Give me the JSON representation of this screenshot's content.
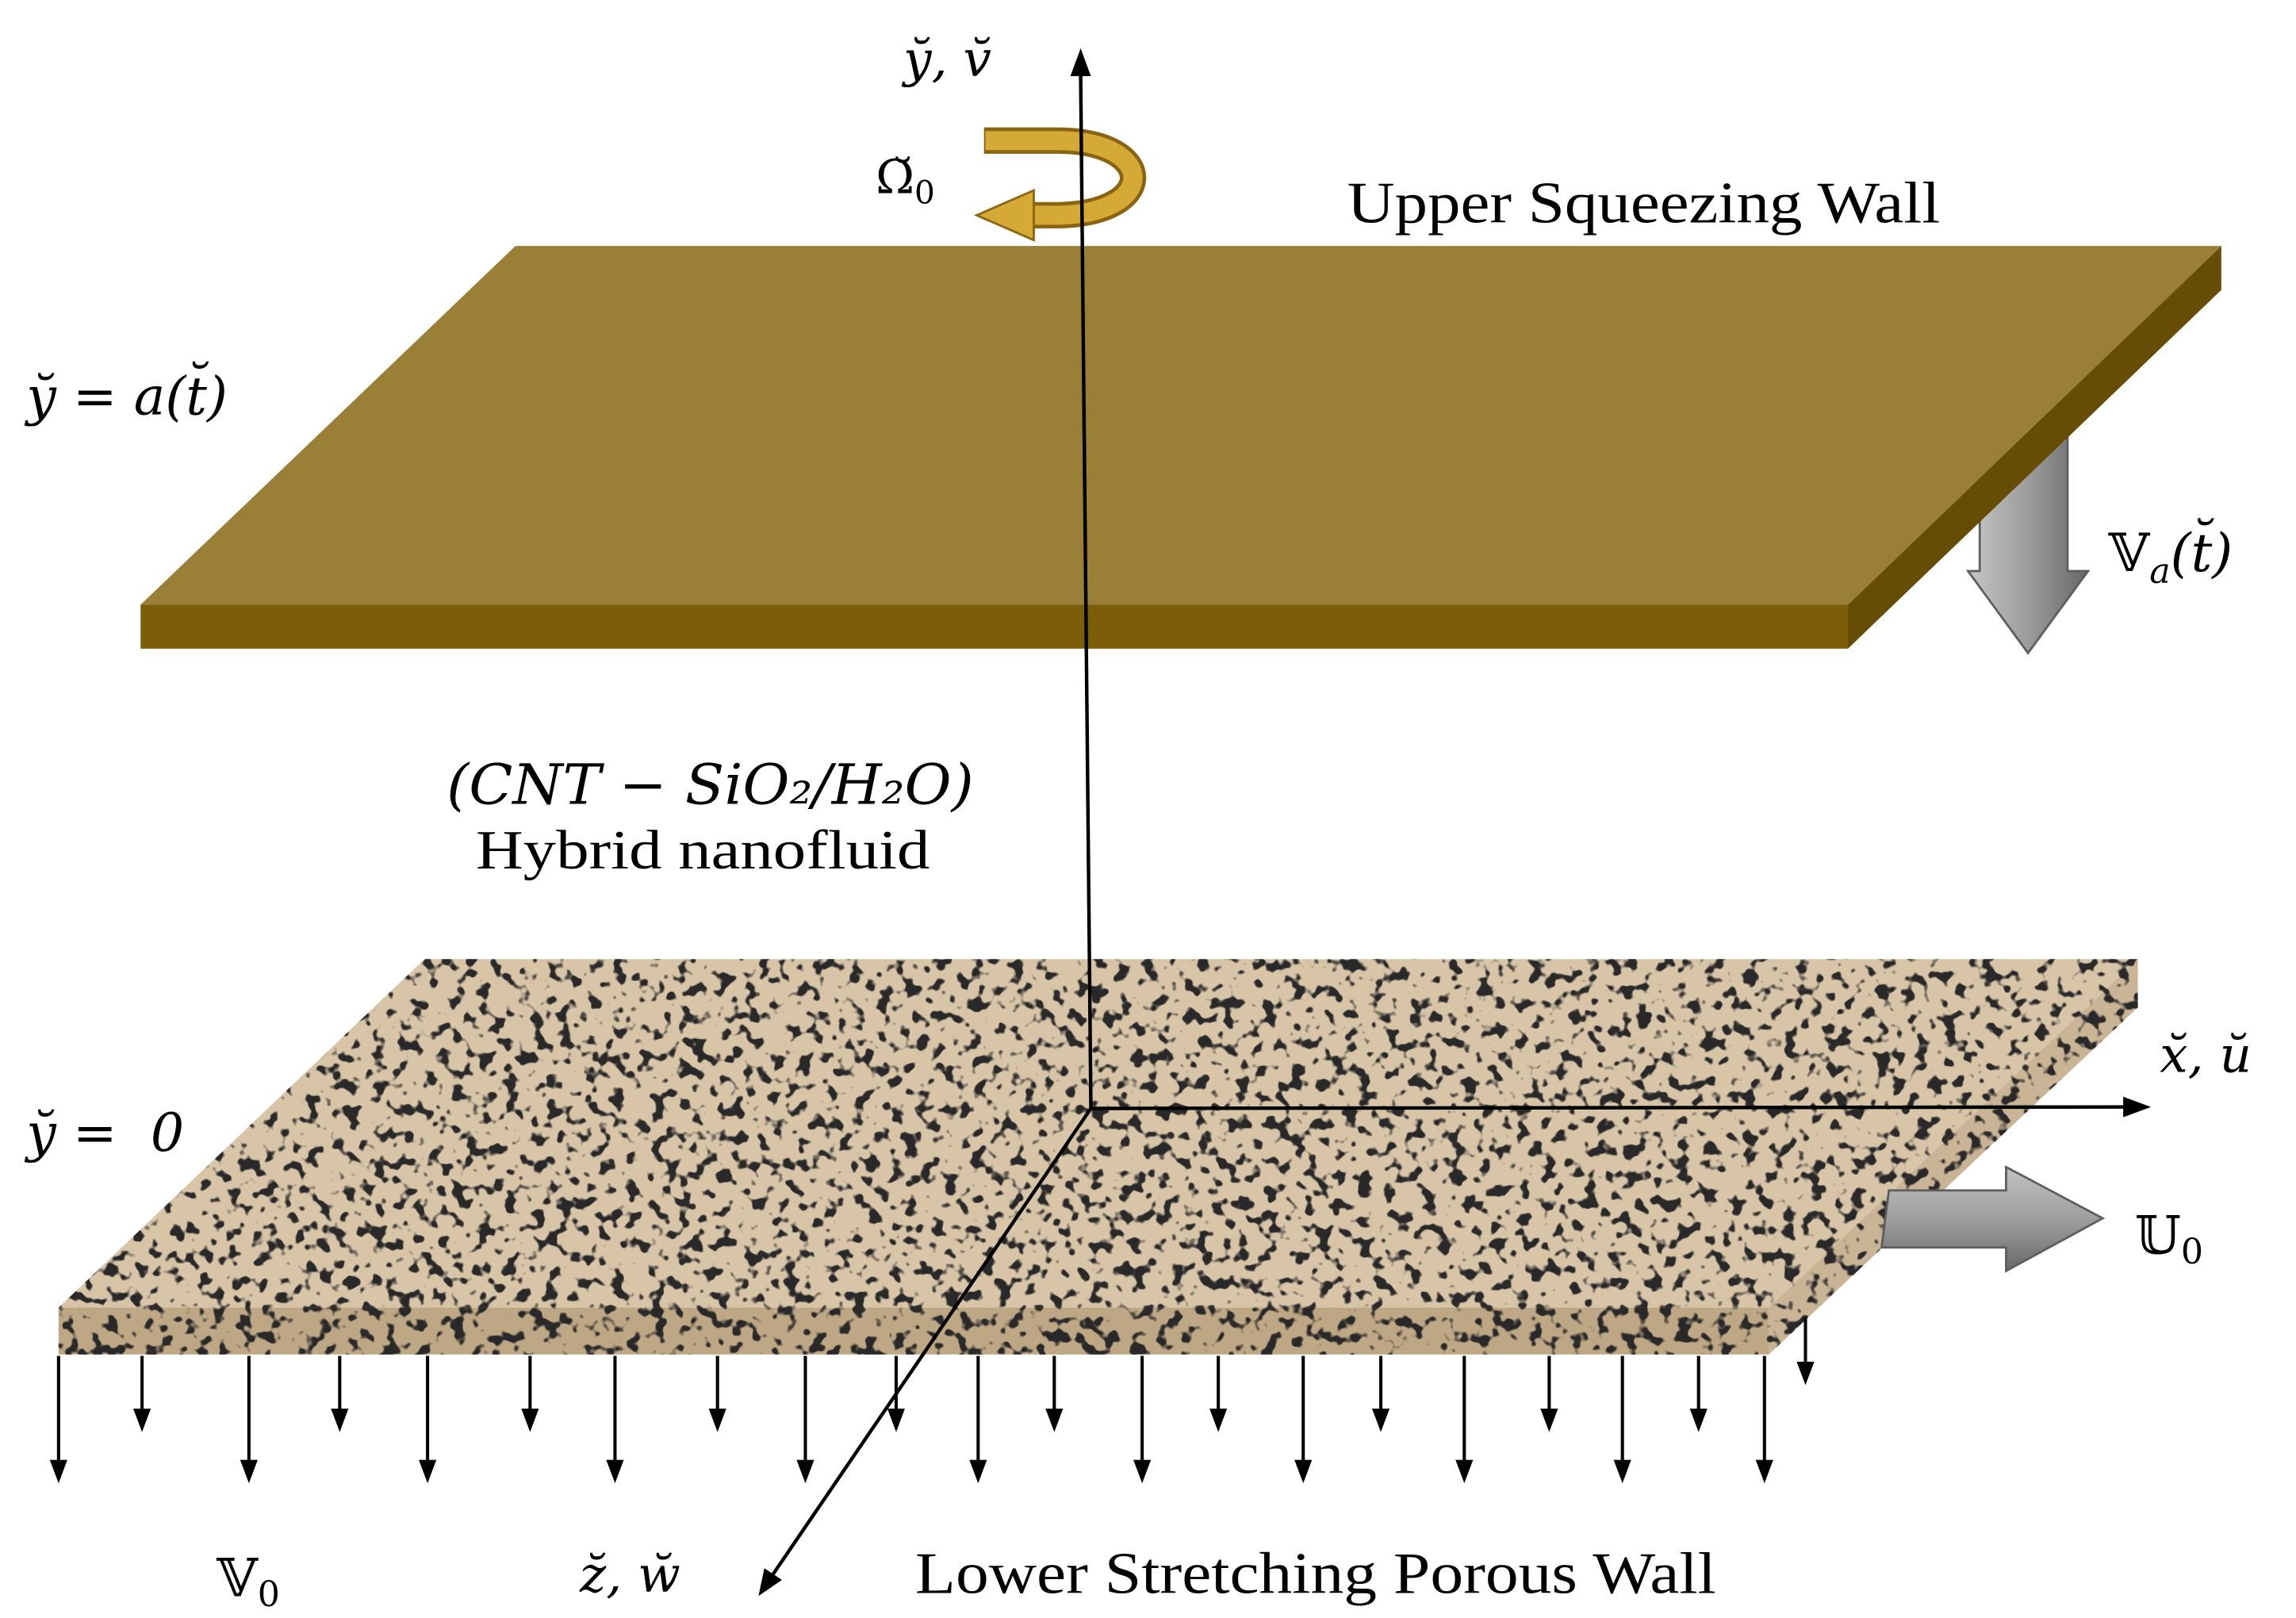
{
  "diagram": {
    "axes": {
      "y": "y̆, v̆",
      "x": "x̆, ŭ",
      "z": "z̆, w̆"
    },
    "rotation": {
      "symbol": "Ω̆",
      "subscript": "0"
    },
    "upper_wall": {
      "label": "Upper Squeezing Wall",
      "position": "y̆ = a(t̆)",
      "velocity": {
        "symbol": "𝕍",
        "subscript": "a",
        "argument": "(t̆)"
      }
    },
    "fluid": {
      "formula": "(CNT − SiO₂/H₂O)",
      "name": "Hybrid nanofluid"
    },
    "lower_wall": {
      "label": "Lower Stretching Porous Wall",
      "position": "y̆ =  0",
      "stretching_velocity": {
        "symbol": "𝕌",
        "subscript": "0"
      },
      "suction_velocity": {
        "symbol": "𝕍",
        "subscript": "0"
      }
    }
  },
  "colors": {
    "upper_wall_top": "#9a7f36",
    "upper_wall_front": "#7c5d08",
    "upper_wall_side": "#664d05",
    "rotation_arrow": "#d4a935",
    "rotation_arrow_edge": "#8a6410",
    "lower_wall_top": "#d8c5a8",
    "lower_wall_front": "#bea784",
    "lower_wall_side": "#cab496"
  }
}
